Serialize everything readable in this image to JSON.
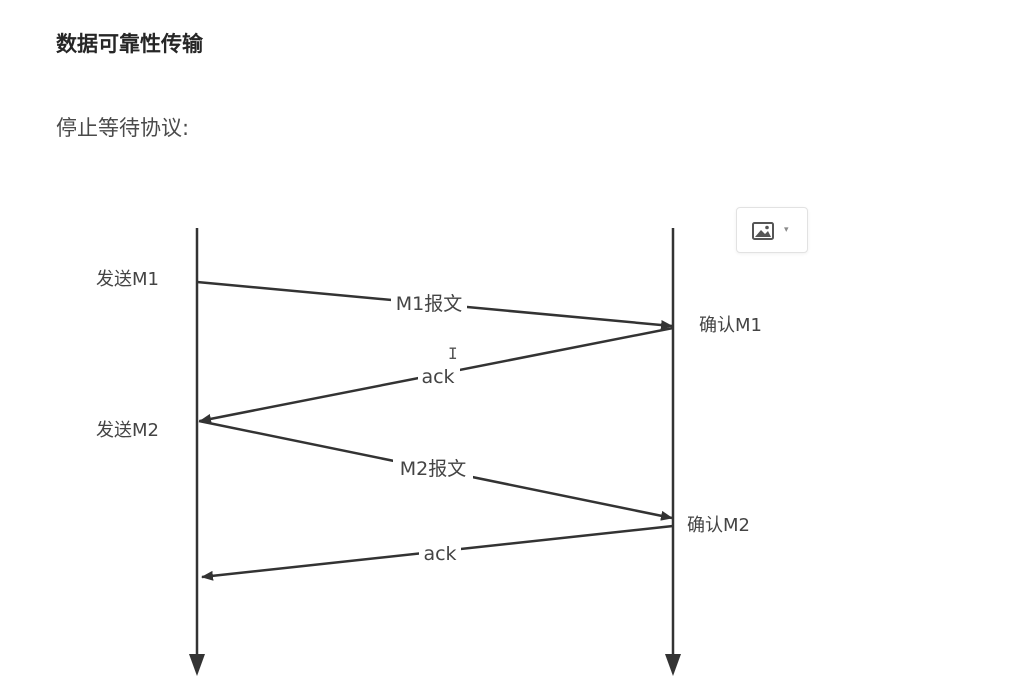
{
  "heading": "数据可靠性传输",
  "subheading": "停止等待协议:",
  "toolbar": {
    "image_icon": "image-icon",
    "dropdown_icon": "chevron-down-icon"
  },
  "diagram": {
    "sender_events": [
      "发送M1",
      "发送M2"
    ],
    "receiver_events": [
      "确认M1",
      "确认M2"
    ],
    "messages": [
      {
        "label": "M1报文",
        "direction": "sender-to-receiver"
      },
      {
        "label": "ack",
        "direction": "receiver-to-sender"
      },
      {
        "label": "M2报文",
        "direction": "sender-to-receiver"
      },
      {
        "label": "ack",
        "direction": "receiver-to-sender"
      }
    ]
  },
  "colors": {
    "line": "#333333",
    "text": "#444444"
  }
}
